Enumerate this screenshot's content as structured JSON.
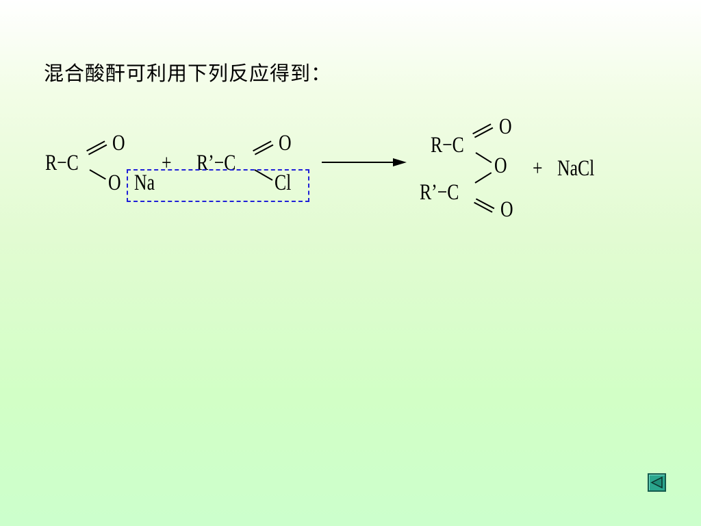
{
  "slide": {
    "title": "混合酸酐可利用下列反应得到："
  },
  "reaction": {
    "reactant1": {
      "r_group": "R−C",
      "carbonyl_o": "O",
      "single_o": "O",
      "counter_ion": "Na"
    },
    "plus_1": "+",
    "reactant2": {
      "r_group": "R’−C",
      "carbonyl_o": "O",
      "leaving_group": "Cl"
    },
    "product": {
      "top_r_group": "R−C",
      "top_carbonyl_o": "O",
      "bridge_o": "O",
      "bottom_r_group": "R’−C",
      "bottom_carbonyl_o": "O"
    },
    "plus_2": "+",
    "byproduct": "NaCl"
  },
  "navigation": {
    "back_icon": "triangle-left-icon",
    "button_color": "#2ba68e",
    "highlight_color": "#1f20d8"
  }
}
